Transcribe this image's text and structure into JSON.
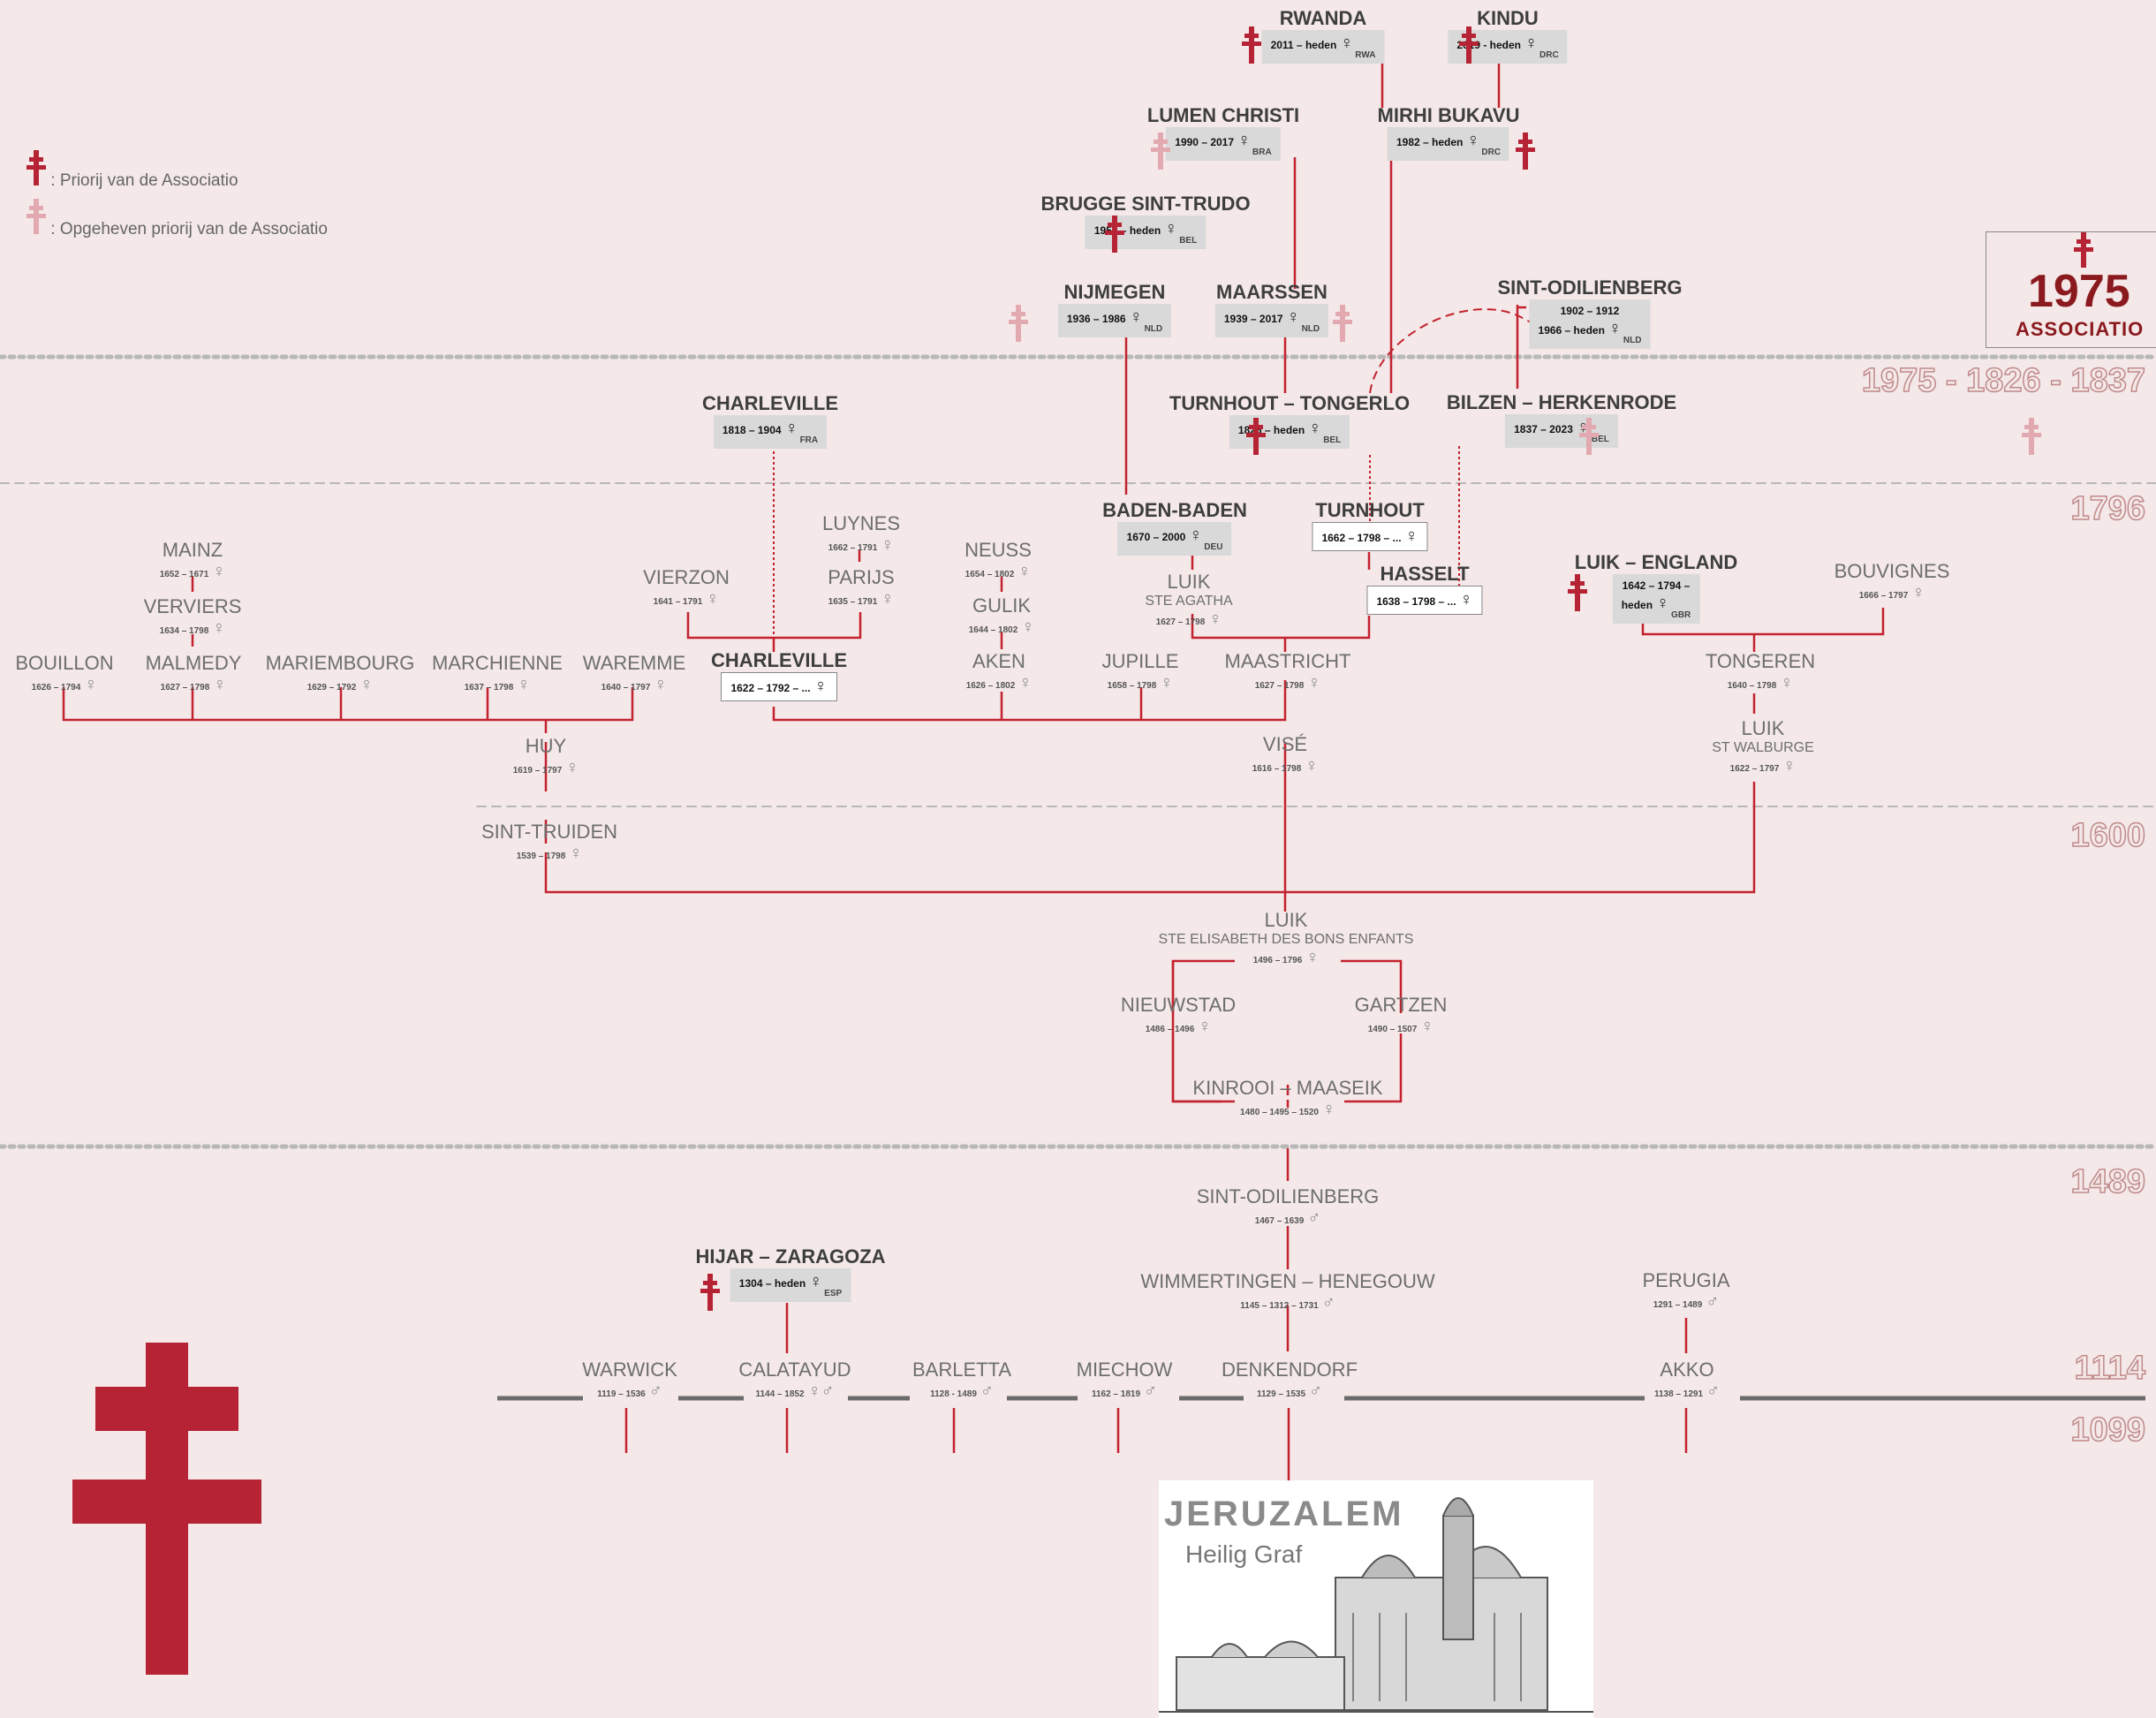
{
  "legend": {
    "active_label": ":  Priorij van de Associatio",
    "suppressed_label": ":  Opgeheven priorij van de Associatio"
  },
  "association": {
    "year": "1975",
    "name": "ASSOCIATIO"
  },
  "eras": [
    "1975 - 1826 - 1837",
    "1796",
    "1600",
    "1489",
    "1114",
    "1099"
  ],
  "jerusalem": {
    "title": "JERUZALEM",
    "subtitle": "Heilig Graf"
  },
  "colors": {
    "line": "#c3222e",
    "cross_active": "#b52335",
    "cross_suppressed": "#e2aab0",
    "timeline": "#6b6b6b"
  },
  "nodes": [
    {
      "id": "rwanda",
      "name": "RWANDA",
      "dates": "2011 – heden",
      "sym": "♀",
      "box": "grey",
      "cc": "RWA",
      "bold": true
    },
    {
      "id": "kindu",
      "name": "KINDU",
      "dates": "2019 - heden",
      "sym": "♀",
      "box": "grey",
      "cc": "DRC",
      "bold": true
    },
    {
      "id": "lumen",
      "name": "LUMEN CHRISTI",
      "dates": "1990 – 2017",
      "sym": "♀",
      "box": "grey",
      "cc": "BRA",
      "bold": true
    },
    {
      "id": "mirhi",
      "name": "MIRHI BUKAVU",
      "dates": "1982 – heden",
      "sym": "♀",
      "box": "grey",
      "cc": "DRC",
      "bold": true
    },
    {
      "id": "brugge",
      "name": "BRUGGE SINT-TRUDO",
      "dates": "1952 – heden",
      "sym": "♀",
      "box": "grey",
      "cc": "BEL",
      "bold": true
    },
    {
      "id": "nijmegen",
      "name": "NIJMEGEN",
      "dates": "1936 – 1986",
      "sym": "♀",
      "box": "grey",
      "cc": "NLD",
      "bold": true
    },
    {
      "id": "maarssen",
      "name": "MAARSSEN",
      "dates": "1939 – 2017",
      "sym": "♀",
      "box": "grey",
      "cc": "NLD",
      "bold": true
    },
    {
      "id": "odilienberg2",
      "name": "SINT-ODILIENBERG",
      "dates": "1902 – 1912",
      "dates2": "1966 – heden",
      "sym": "♀",
      "box": "grey",
      "cc": "NLD",
      "bold": true
    },
    {
      "id": "charleville1",
      "name": "CHARLEVILLE",
      "dates": "1818 – 1904",
      "sym": "♀",
      "box": "grey",
      "cc": "FRA",
      "bold": true
    },
    {
      "id": "turnhout_tongerlo",
      "name": "TURNHOUT – TONGERLO",
      "dates": "1826 – heden",
      "sym": "♀",
      "box": "grey",
      "cc": "BEL",
      "bold": true
    },
    {
      "id": "bilzen",
      "name": "BILZEN – HERKENRODE",
      "dates": "1837 – 2023",
      "sym": "♀",
      "box": "grey",
      "cc": "BEL",
      "bold": true
    },
    {
      "id": "badenbaden",
      "name": "BADEN-BADEN",
      "dates": "1670 – 2000",
      "sym": "♀",
      "box": "grey",
      "cc": "DEU",
      "bold": true
    },
    {
      "id": "turnhout",
      "name": "TURNHOUT",
      "dates": "1662 – 1798 – ...",
      "sym": "♀",
      "box": "white",
      "bold": true
    },
    {
      "id": "hasselt",
      "name": "HASSELT",
      "dates": "1638 – 1798 – ...",
      "sym": "♀",
      "box": "white",
      "bold": true
    },
    {
      "id": "luik_england",
      "name": "LUIK – ENGLAND",
      "dates": "1642 – 1794 –",
      "dates2": "heden",
      "sym": "♀",
      "box": "grey",
      "cc": "GBR",
      "bold": true
    },
    {
      "id": "charleville2",
      "name": "CHARLEVILLE",
      "dates": "1622 – 1792 – ...",
      "sym": "♀",
      "box": "white",
      "bold": true
    },
    {
      "id": "hijar",
      "name": "HIJAR – ZARAGOZA",
      "dates": "1304 – heden",
      "sym": "♀",
      "box": "grey",
      "cc": "ESP",
      "bold": true
    },
    {
      "id": "mainz",
      "name": "MAINZ",
      "dates": "1652 – 1671",
      "sym": "♀"
    },
    {
      "id": "verviers",
      "name": "VERVIERS",
      "dates": "1634 – 1798",
      "sym": "♀"
    },
    {
      "id": "luynes",
      "name": "LUYNES",
      "dates": "1662 – 1791",
      "sym": "♀"
    },
    {
      "id": "parijs",
      "name": "PARIJS",
      "dates": "1635 – 1791",
      "sym": "♀"
    },
    {
      "id": "vierzon",
      "name": "VIERZON",
      "dates": "1641 – 1791",
      "sym": "♀"
    },
    {
      "id": "neuss",
      "name": "NEUSS",
      "dates": "1654 – 1802",
      "sym": "♀"
    },
    {
      "id": "gulik",
      "name": "GULIK",
      "dates": "1644 – 1802",
      "sym": "♀"
    },
    {
      "id": "aken",
      "name": "AKEN",
      "dates": "1626 – 1802",
      "sym": "♀"
    },
    {
      "id": "luik_agatha",
      "name": "LUIK",
      "sub": "STE AGATHA",
      "dates": "1627 – 1798",
      "sym": "♀"
    },
    {
      "id": "bouvignes",
      "name": "BOUVIGNES",
      "dates": "1666 – 1797",
      "sym": "♀"
    },
    {
      "id": "bouillon",
      "name": "BOUILLON",
      "dates": "1626 – 1794",
      "sym": "♀"
    },
    {
      "id": "malmedy",
      "name": "MALMEDY",
      "dates": "1627 – 1798",
      "sym": "♀"
    },
    {
      "id": "mariembourg",
      "name": "MARIEMBOURG",
      "dates": "1629 – 1792",
      "sym": "♀"
    },
    {
      "id": "marchienne",
      "name": "MARCHIENNE",
      "dates": "1637 – 1798",
      "sym": "♀"
    },
    {
      "id": "waremme",
      "name": "WAREMME",
      "dates": "1640 – 1797",
      "sym": "♀"
    },
    {
      "id": "jupille",
      "name": "JUPILLE",
      "dates": "1658 – 1798",
      "sym": "♀"
    },
    {
      "id": "maastricht",
      "name": "MAASTRICHT",
      "dates": "1627 – 1798",
      "sym": "♀"
    },
    {
      "id": "tongeren",
      "name": "TONGEREN",
      "dates": "1640 – 1798",
      "sym": "♀"
    },
    {
      "id": "huy",
      "name": "HUY",
      "dates": "1619 – 1797",
      "sym": "♀"
    },
    {
      "id": "vise",
      "name": "VISÉ",
      "dates": "1616 – 1798",
      "sym": "♀"
    },
    {
      "id": "luik_walburge",
      "name": "LUIK",
      "sub": "ST WALBURGE",
      "dates": "1622 – 1797",
      "sym": "♀"
    },
    {
      "id": "sint_truiden",
      "name": "SINT-TRUIDEN",
      "dates": "1539 – 1798",
      "sym": "♀"
    },
    {
      "id": "luik_elisabeth",
      "name": "LUIK",
      "sub": "STE ELISABETH DES BONS ENFANTS",
      "dates": "1496 – 1796",
      "sym": "♀"
    },
    {
      "id": "nieuwstad",
      "name": "NIEUWSTAD",
      "dates": "1486 – 1496",
      "sym": "♀"
    },
    {
      "id": "gartzen",
      "name": "GARTZEN",
      "dates": "1490 – 1507",
      "sym": "♀"
    },
    {
      "id": "kinrooi",
      "name": "KINROOI – MAASEIK",
      "dates": "1480 – 1495 – 1520",
      "sym": "♀"
    },
    {
      "id": "odilienberg1",
      "name": "SINT-ODILIENBERG",
      "dates": "1467 – 1639",
      "sym": "♂"
    },
    {
      "id": "wimmertingen",
      "name": "WIMMERTINGEN – HENEGOUW",
      "dates": "1145 – 1312 – 1731",
      "sym": "♂"
    },
    {
      "id": "perugia",
      "name": "PERUGIA",
      "dates": "1291 – 1489",
      "sym": "♂"
    },
    {
      "id": "warwick",
      "name": "WARWICK",
      "dates": "1119 – 1536",
      "sym": "♂"
    },
    {
      "id": "calatayud",
      "name": "CALATAYUD",
      "dates": "1144 – 1852",
      "sym": "♀♂"
    },
    {
      "id": "barletta",
      "name": "BARLETTA",
      "dates": "1128 - 1489",
      "sym": "♂"
    },
    {
      "id": "miechow",
      "name": "MIECHOW",
      "dates": "1162 – 1819",
      "sym": "♂"
    },
    {
      "id": "denkendorf",
      "name": "DENKENDORF",
      "dates": "1129 – 1535",
      "sym": "♂"
    },
    {
      "id": "akko",
      "name": "AKKO",
      "dates": "1138 – 1291",
      "sym": "♂"
    }
  ]
}
